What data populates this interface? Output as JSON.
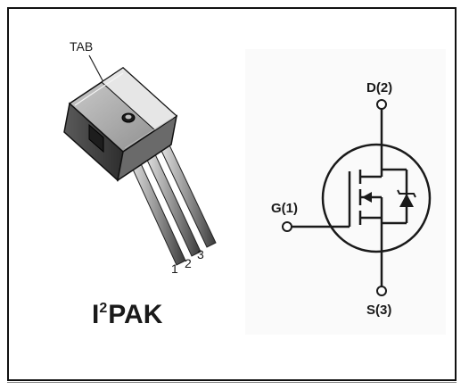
{
  "package": {
    "tab_label": "TAB",
    "pin_numbers": [
      "1",
      "2",
      "3"
    ],
    "name_prefix": "I",
    "name_superscript": "2",
    "name_suffix": "PAK"
  },
  "schematic": {
    "drain_label": "D(2)",
    "gate_label": "G(1)",
    "source_label": "S(3)"
  }
}
